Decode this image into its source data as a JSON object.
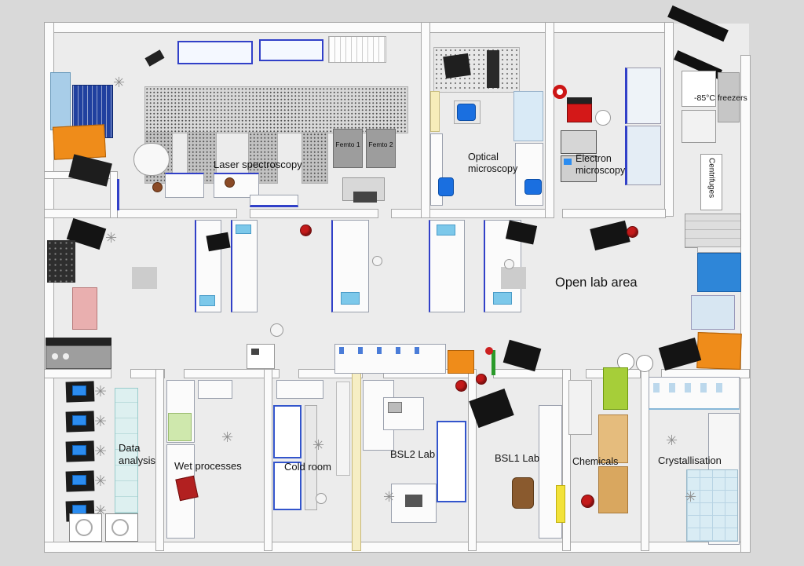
{
  "labels": {
    "laser_spectroscopy": "Laser spectroscopy",
    "femto1": "Femto 1",
    "femto2": "Femto 2",
    "optical_microscopy": "Optical microscopy",
    "electron_microscopy": "Electron microscopy",
    "freezers": "-85°C freezers",
    "centrifuges": "Centrifuges",
    "open_lab_area": "Open lab area",
    "data_analysis": "Data analysis",
    "wet_processes": "Wet processes",
    "cold_room": "Cold room",
    "bsl2_lab": "BSL2 Lab",
    "bsl1_lab": "BSL1 Lab",
    "chemicals": "Chemicals",
    "crystallisation": "Crystallisation"
  },
  "icons": {
    "chair_star": "✳"
  },
  "colors": {
    "background": "#d9d9d9",
    "floor": "#ececec",
    "wall": "#fbfbfb",
    "accent_orange": "#ef8c1a",
    "accent_blue": "#2e86d8",
    "bench_trim_blue": "#3140c8",
    "alert_red": "#c41a1a",
    "chemical_green": "#a6ce39",
    "cabinet_tan": "#e2b878",
    "pale_yellow": "#f6eec4",
    "screen_blue": "#2b8cf0"
  }
}
